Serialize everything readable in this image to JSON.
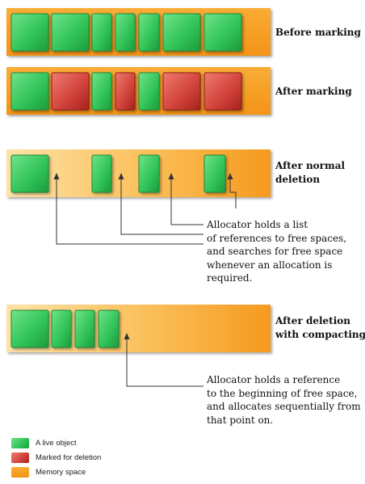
{
  "rows": {
    "before_marking": {
      "label": "Before marking",
      "objects": [
        "live",
        "live",
        "live",
        "live",
        "live",
        "live",
        "live"
      ]
    },
    "after_marking": {
      "label": "After marking",
      "objects": [
        "live",
        "marked",
        "live",
        "marked",
        "live",
        "marked",
        "marked"
      ]
    },
    "after_normal_deletion": {
      "label_lines": [
        "After normal",
        "deletion"
      ]
    },
    "after_compacting": {
      "label_lines": [
        "After deletion",
        "with compacting"
      ]
    }
  },
  "notes": {
    "free_list": [
      "Allocator holds a list",
      "of references to free spaces,",
      "and searches for free space",
      "whenever an allocation is",
      "required."
    ],
    "compacting": [
      "Allocator holds a reference",
      "to the beginning of free space,",
      "and allocates sequentially from",
      "that point on."
    ]
  },
  "legend": [
    {
      "label": "A live object",
      "kind": "live"
    },
    {
      "label": "Marked for deletion",
      "kind": "marked"
    },
    {
      "label": "Memory space",
      "kind": "memory"
    }
  ],
  "colors": {
    "live": "#32c45a",
    "marked": "#c8302c",
    "memory": "#f7a42a",
    "connector": "#333333"
  }
}
